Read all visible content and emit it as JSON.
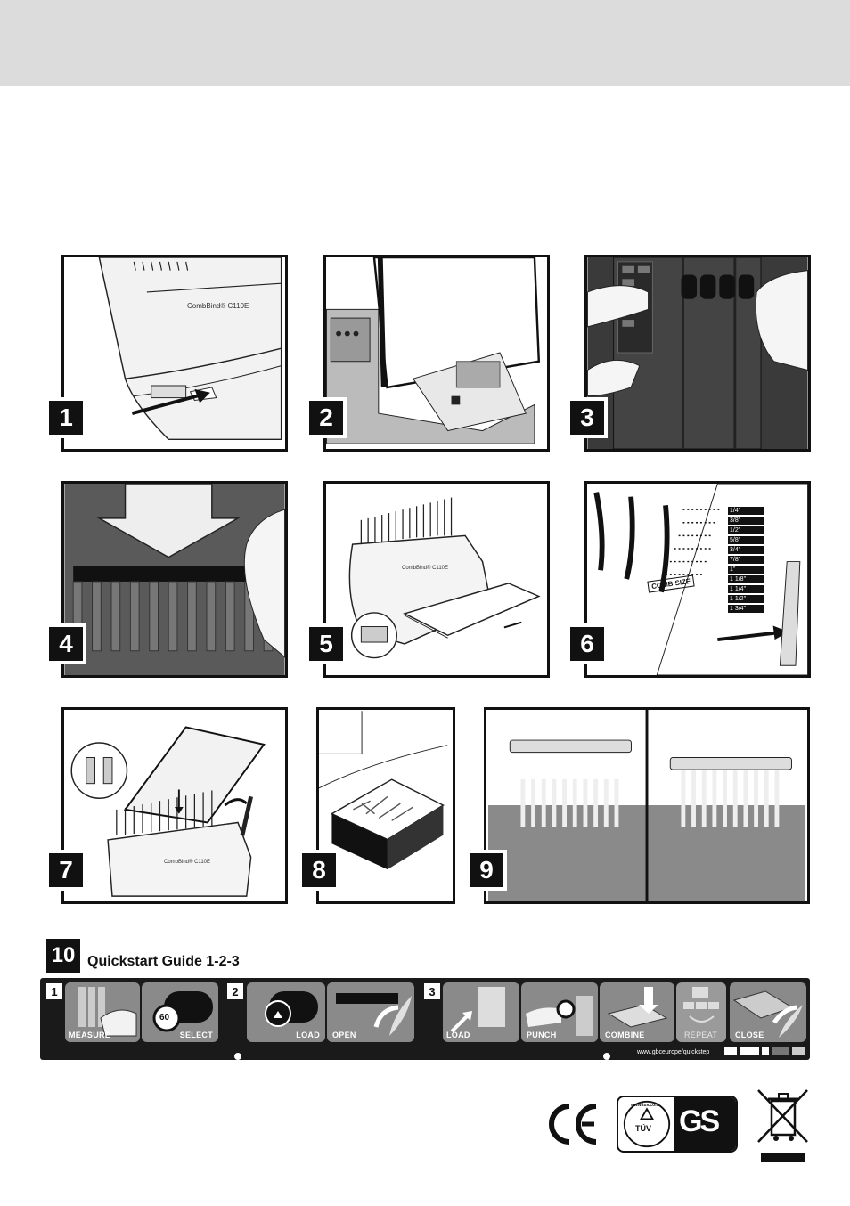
{
  "panels": [
    {
      "number": "1",
      "brand": "CombBind® C110E"
    },
    {
      "number": "2"
    },
    {
      "number": "3"
    },
    {
      "number": "4"
    },
    {
      "number": "5",
      "brand": "CombBind® C110E"
    },
    {
      "number": "6",
      "comb_size_label": "COMB SIZE",
      "sizes": [
        "1/4\"",
        "3/8\"",
        "1/2\"",
        "5/8\"",
        "3/4\"",
        "7/8\"",
        "1\"",
        "1 1/8\"",
        "1 1/4\"",
        "1 1/2\"",
        "1 3/4\""
      ]
    },
    {
      "number": "7",
      "brand": "CombBind® C110E"
    },
    {
      "number": "8"
    },
    {
      "number": "9"
    }
  ],
  "quickstart": {
    "number": "10",
    "title": "Quickstart Guide 1-2-3",
    "steps": [
      "1",
      "2",
      "3"
    ],
    "labels": {
      "measure": "MEASURE",
      "select": "SELECT",
      "load1": "LOAD",
      "open": "OPEN",
      "load2": "LOAD",
      "punch": "PUNCH",
      "combine": "COMBINE",
      "repeat": "REPEAT",
      "close": "CLOSE"
    },
    "url": "www.gbceurope/quickstep",
    "gauge_value": "60"
  },
  "certifications": {
    "ce": "CE",
    "tuv": "TÜV",
    "tuv_url": "www.tuv.com",
    "gs": "GS"
  }
}
